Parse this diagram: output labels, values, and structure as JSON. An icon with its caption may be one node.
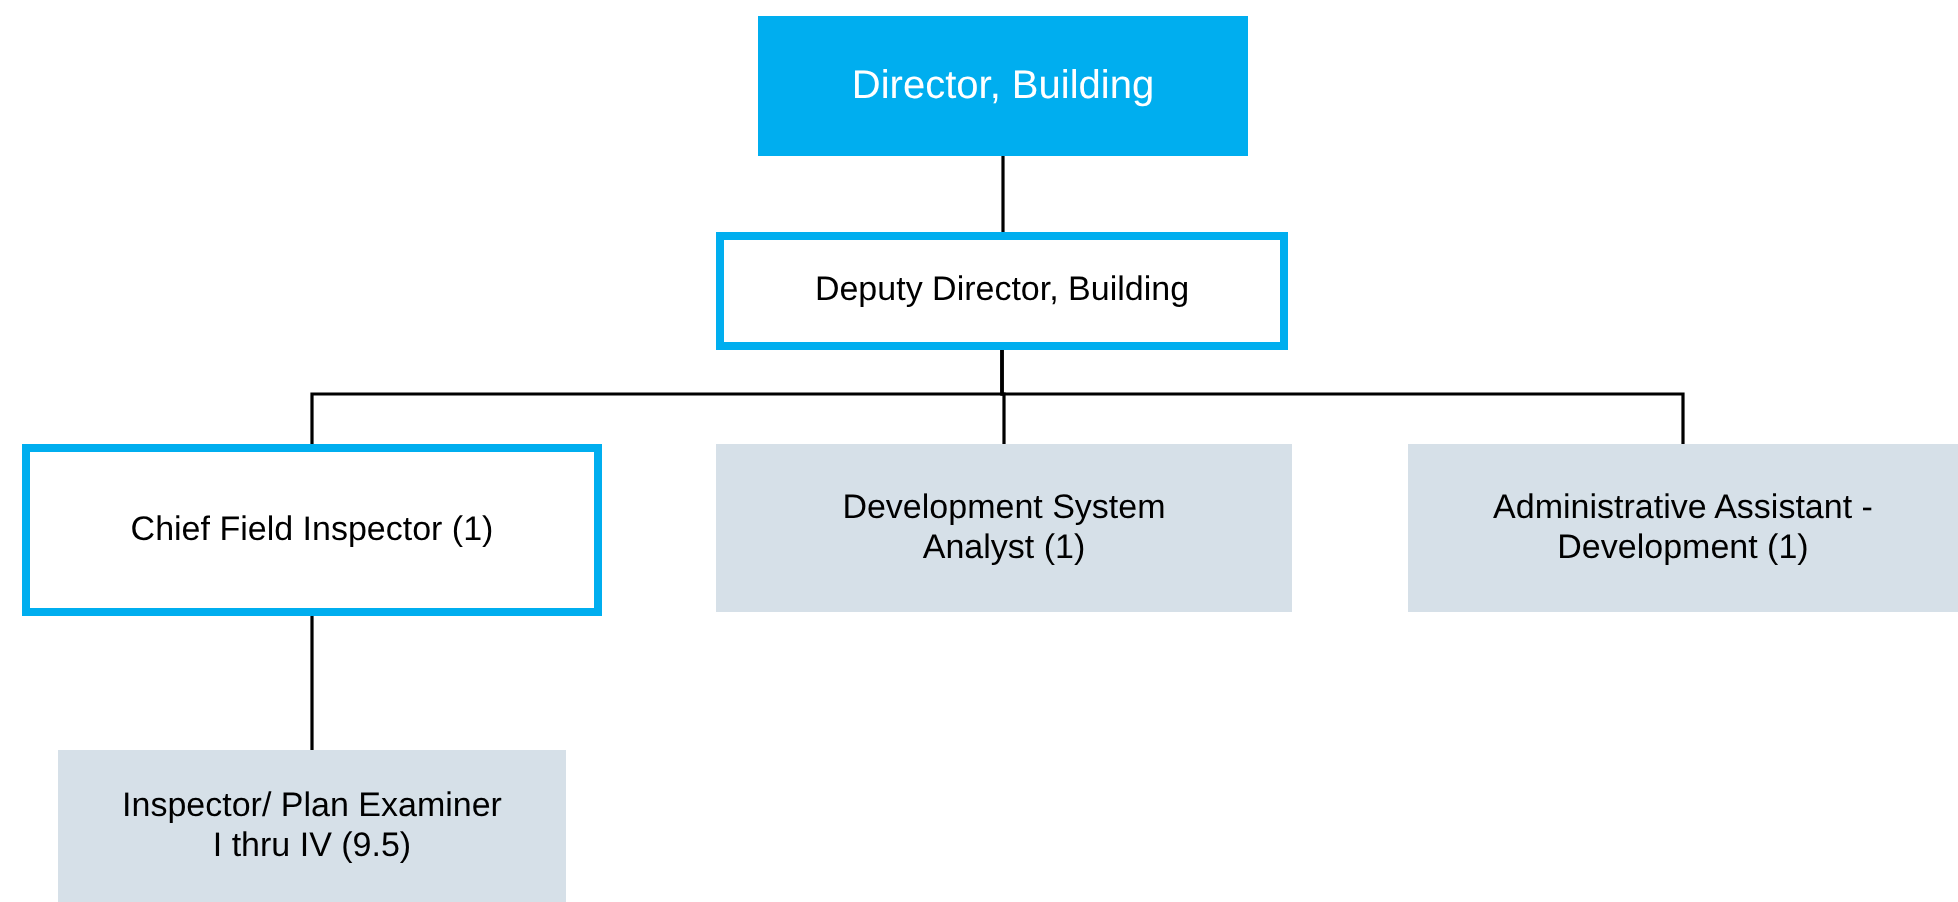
{
  "diagram": {
    "nodes": [
      {
        "text": [
          "Director, Building"
        ]
      },
      {
        "text": [
          "Deputy Director, Building"
        ]
      },
      {
        "text": [
          "Chief Field Inspector (1)"
        ]
      },
      {
        "text": [
          "Development System Analyst (1)"
        ]
      },
      {
        "text": [
          "Administrative Assistant - Development (1)"
        ]
      },
      {
        "text": [
          "Inspector/ Plan Examiner I thru IV (9.5)"
        ]
      }
    ],
    "edges": [
      {
        "from": 0,
        "to": 1,
        "arrow": "none"
      },
      {
        "from": 1,
        "to": 2,
        "arrow": "none"
      },
      {
        "from": 1,
        "to": 3,
        "arrow": "none"
      },
      {
        "from": 1,
        "to": 4,
        "arrow": "none"
      },
      {
        "from": 2,
        "to": 5,
        "arrow": "none"
      }
    ]
  }
}
